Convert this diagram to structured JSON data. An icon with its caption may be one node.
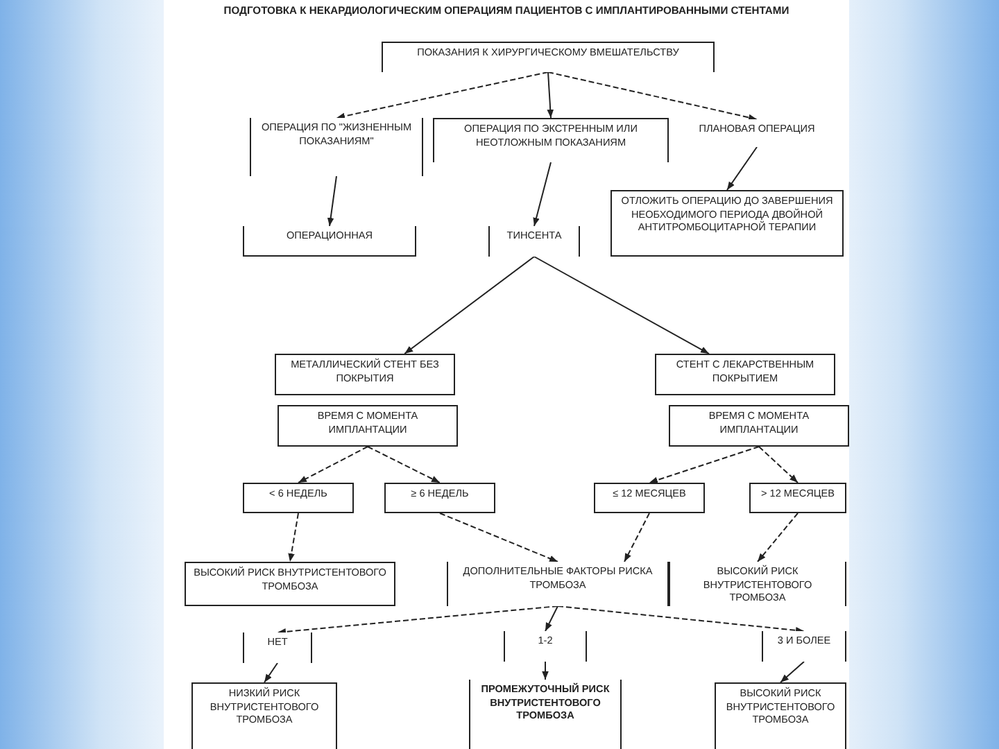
{
  "diagram": {
    "title": "ПОДГОТОВКА К НЕКАРДИОЛОГИЧЕСКИМ ОПЕРАЦИЯМ ПАЦИЕНТОВ С ИМПЛАНТИРОВАННЫМИ СТЕНТАМИ",
    "nodes": [
      {
        "text": [
          "ПОКАЗАНИЯ К ХИРУРГИЧЕСКОМУ ВМЕШАТЕЛЬСТВУ"
        ]
      },
      {
        "text": [
          "ОПЕРАЦИЯ ПО \"ЖИЗНЕННЫМ ПОКАЗАНИЯМ\""
        ]
      },
      {
        "text": [
          "ОПЕРАЦИЯ ПО ЭКСТРЕННЫМ ИЛИ НЕОТЛОЖНЫМ ПОКАЗАНИЯМ"
        ]
      },
      {
        "text": [
          "ПЛАНОВАЯ ОПЕРАЦИЯ"
        ]
      },
      {
        "text": [
          "ОПЕРАЦИОННАЯ"
        ]
      },
      {
        "text": [
          "ТИНСЕНТА"
        ]
      },
      {
        "text": [
          "ОТЛОЖИТЬ ОПЕРАЦИЮ ДО ЗАВЕРШЕНИЯ НЕОБХОДИМОГО ПЕРИОДА ДВОЙНОЙ АНТИТРОМБОЦИТАРНОЙ ТЕРАПИИ"
        ]
      },
      {
        "text": [
          "МЕТАЛЛИЧЕСКИЙ СТЕНТ БЕЗ ПОКРЫТИЯ"
        ]
      },
      {
        "text": [
          "СТЕНТ С ЛЕКАРСТВЕННЫМ ПОКРЫТИЕМ"
        ]
      },
      {
        "text": [
          "ВРЕМЯ С МОМЕНТА ИМПЛАНТАЦИИ"
        ]
      },
      {
        "text": [
          "ВРЕМЯ С МОМЕНТА ИМПЛАНТАЦИИ"
        ]
      },
      {
        "text": [
          "< 6 НЕДЕЛЬ"
        ]
      },
      {
        "text": [
          "≥ 6 НЕДЕЛЬ"
        ]
      },
      {
        "text": [
          "≤ 12 МЕСЯЦЕВ"
        ]
      },
      {
        "text": [
          "> 12 МЕСЯЦЕВ"
        ]
      },
      {
        "text": [
          "ВЫСОКИЙ РИСК ВНУТРИСТЕНТОВОГО ТРОМБОЗА"
        ]
      },
      {
        "text": [
          "ДОПОЛНИТЕЛЬНЫЕ ФАКТОРЫ РИСКА ТРОМБОЗА"
        ]
      },
      {
        "text": [
          "ВЫСОКИЙ РИСК ВНУТРИСТЕНТОВОГО ТРОМБОЗА"
        ]
      },
      {
        "text": [
          "НЕТ"
        ]
      },
      {
        "text": [
          "1-2"
        ]
      },
      {
        "text": [
          "3 И БОЛЕЕ"
        ]
      },
      {
        "text": [
          "НИЗКИЙ РИСК ВНУТРИСТЕНТОВОГО ТРОМБОЗА"
        ]
      },
      {
        "text": [
          "ПРОМЕЖУТОЧНЫЙ РИСК ВНУТРИСТЕНТОВОГО ТРОМБОЗА"
        ]
      },
      {
        "text": [
          "ВЫСОКИЙ РИСК ВНУТРИСТЕНТОВОГО ТРОМБОЗА"
        ]
      }
    ],
    "edges": [
      {
        "from": 0,
        "to": 1,
        "arrow": "to",
        "style": "dashed"
      },
      {
        "from": 0,
        "to": 2,
        "arrow": "to"
      },
      {
        "from": 0,
        "to": 3,
        "arrow": "to",
        "style": "dashed"
      },
      {
        "from": 1,
        "to": 4,
        "arrow": "to"
      },
      {
        "from": 2,
        "to": 5,
        "arrow": "to"
      },
      {
        "from": 3,
        "to": 6,
        "arrow": "to"
      },
      {
        "from": 5,
        "to": 7,
        "arrow": "to"
      },
      {
        "from": 5,
        "to": 8,
        "arrow": "to"
      },
      {
        "from": 9,
        "to": 11,
        "arrow": "to",
        "style": "dashed"
      },
      {
        "from": 9,
        "to": 12,
        "arrow": "to",
        "style": "dashed"
      },
      {
        "from": 10,
        "to": 13,
        "arrow": "to",
        "style": "dashed"
      },
      {
        "from": 10,
        "to": 14,
        "arrow": "to",
        "style": "dashed"
      },
      {
        "from": 11,
        "to": 15,
        "arrow": "to",
        "style": "dashed"
      },
      {
        "from": 12,
        "to": 16,
        "arrow": "to",
        "style": "dashed"
      },
      {
        "from": 13,
        "to": 16,
        "arrow": "to",
        "style": "dashed"
      },
      {
        "from": 14,
        "to": 17,
        "arrow": "to",
        "style": "dashed"
      },
      {
        "from": 16,
        "to": 18,
        "arrow": "to",
        "style": "dashed"
      },
      {
        "from": 16,
        "to": 19,
        "arrow": "to"
      },
      {
        "from": 16,
        "to": 20,
        "arrow": "to",
        "style": "dashed"
      },
      {
        "from": 18,
        "to": 21,
        "arrow": "to"
      },
      {
        "from": 19,
        "to": 22,
        "arrow": "to"
      },
      {
        "from": 20,
        "to": 23,
        "arrow": "to"
      }
    ]
  }
}
